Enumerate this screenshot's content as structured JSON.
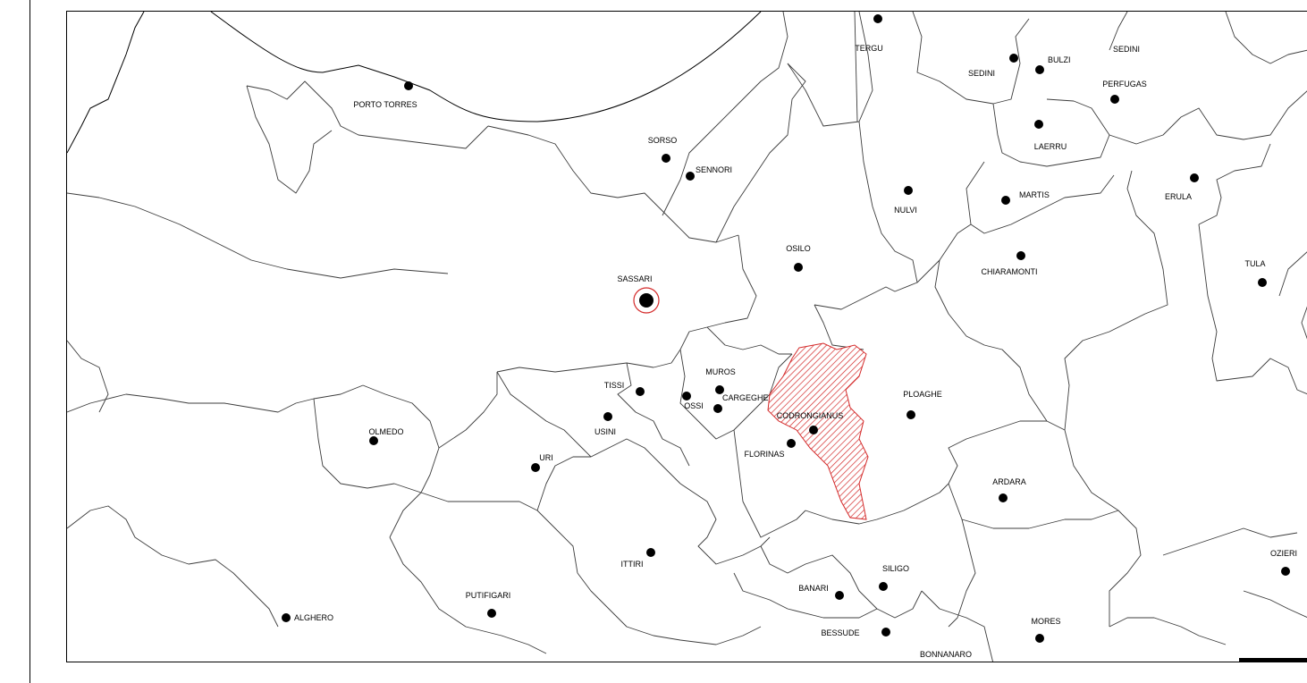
{
  "map": {
    "highlight_color": "#d42a2a",
    "selected_town": "CODRONGIANUS",
    "towns": [
      {
        "name": "PORTO TORRES"
      },
      {
        "name": "SORSO"
      },
      {
        "name": "SENNORI"
      },
      {
        "name": "SASSARI"
      },
      {
        "name": "OSILO"
      },
      {
        "name": "TERGU"
      },
      {
        "name": "SEDINI"
      },
      {
        "name": "BULZI"
      },
      {
        "name": "SEDINI"
      },
      {
        "name": "PERFUGAS"
      },
      {
        "name": "LAERRU"
      },
      {
        "name": "NULVI"
      },
      {
        "name": "MARTIS"
      },
      {
        "name": "ERULA"
      },
      {
        "name": "CHIARAMONTI"
      },
      {
        "name": "TULA"
      },
      {
        "name": "MUROS"
      },
      {
        "name": "TISSI"
      },
      {
        "name": "OSSI"
      },
      {
        "name": "CARGEGHE"
      },
      {
        "name": "USINI"
      },
      {
        "name": "CODRONGIANUS"
      },
      {
        "name": "FLORINAS"
      },
      {
        "name": "PLOAGHE"
      },
      {
        "name": "OLMEDO"
      },
      {
        "name": "URI"
      },
      {
        "name": "ARDARA"
      },
      {
        "name": "ITTIRI"
      },
      {
        "name": "SILIGO"
      },
      {
        "name": "BANARI"
      },
      {
        "name": "PUTIFIGARI"
      },
      {
        "name": "ALGHERO"
      },
      {
        "name": "BESSUDE"
      },
      {
        "name": "MORES"
      },
      {
        "name": "BONNANARO"
      },
      {
        "name": "OZIERI"
      }
    ]
  }
}
